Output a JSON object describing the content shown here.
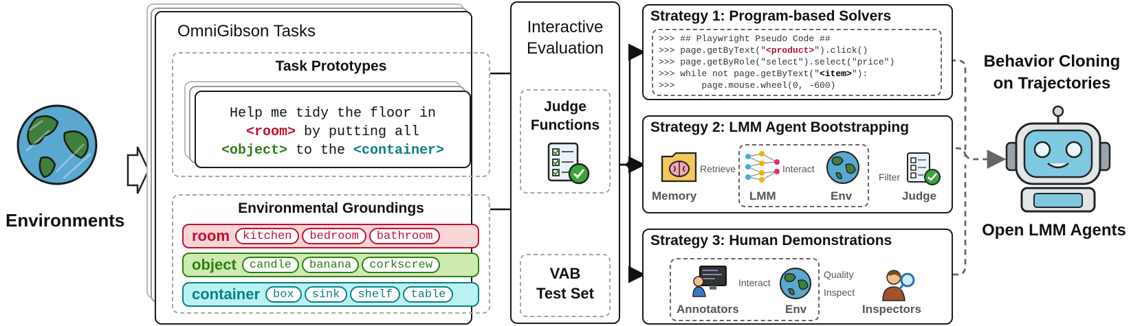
{
  "environments": {
    "label": "Environments"
  },
  "tasks": {
    "title": "OmniGibson Tasks",
    "prototypes_title": "Task Prototypes",
    "prototype_line1": "Help me tidy the floor in",
    "prototype_room": "<room>",
    "prototype_line2_rest": " by putting all",
    "prototype_object": "<object>",
    "prototype_to": " to the ",
    "prototype_container": "<container>",
    "groundings_title": "Environmental Groundings",
    "room_label": "room",
    "room_items": [
      "kitchen",
      "bedroom",
      "bathroom"
    ],
    "object_label": "object",
    "object_items": [
      "candle",
      "banana",
      "corkscrew"
    ],
    "container_label": "container",
    "container_items": [
      "box",
      "sink",
      "shelf",
      "table"
    ]
  },
  "evaluation": {
    "title_line1": "Interactive",
    "title_line2": "Evaluation",
    "judge_line1": "Judge",
    "judge_line2": "Functions",
    "testset_line1": "VAB",
    "testset_line2": "Test Set"
  },
  "strategy1": {
    "title": "Strategy 1: Program-based Solvers",
    "code": [
      {
        "pre": ">>> ## Playwright Pseudo Code ##",
        "hl": "",
        "post": "",
        "hlclass": ""
      },
      {
        "pre": ">>> page.getByText(\"",
        "hl": "<product>",
        "post": "\").click()",
        "hlclass": "red"
      },
      {
        "pre": ">>> page.getByRole(\"select\").select(\"price\")",
        "hl": "",
        "post": "",
        "hlclass": ""
      },
      {
        "pre": ">>> while not page.getByText(\"",
        "hl": "<item>",
        "post": "\"):",
        "hlclass": "black"
      },
      {
        "pre": ">>>     page.mouse.wheel(0, -600)",
        "hl": "",
        "post": "",
        "hlclass": ""
      }
    ]
  },
  "strategy2": {
    "title": "Strategy 2: LMM Agent Bootstrapping",
    "memory": "Memory",
    "lmm": "LMM",
    "env": "Env",
    "judge": "Judge",
    "retrieve": "Retrieve",
    "interact": "Interact",
    "filter": "Filter"
  },
  "strategy3": {
    "title": "Strategy 3: Human Demonstrations",
    "annotators": "Annotators",
    "env": "Env",
    "inspectors": "Inspectors",
    "interact": "Interact",
    "quality": "Quality",
    "inspect": "Inspect"
  },
  "output": {
    "bc_line1": "Behavior Cloning",
    "bc_line2": "on Trajectories",
    "agents": "Open LMM Agents"
  },
  "colors": {
    "room": "#c0102e",
    "room_bg": "#f8d5d7",
    "object": "#2e7d16",
    "object_bg": "#cdeab0",
    "container": "#0a7f85",
    "container_bg": "#b8f2f2",
    "code_red": "#b01030"
  }
}
